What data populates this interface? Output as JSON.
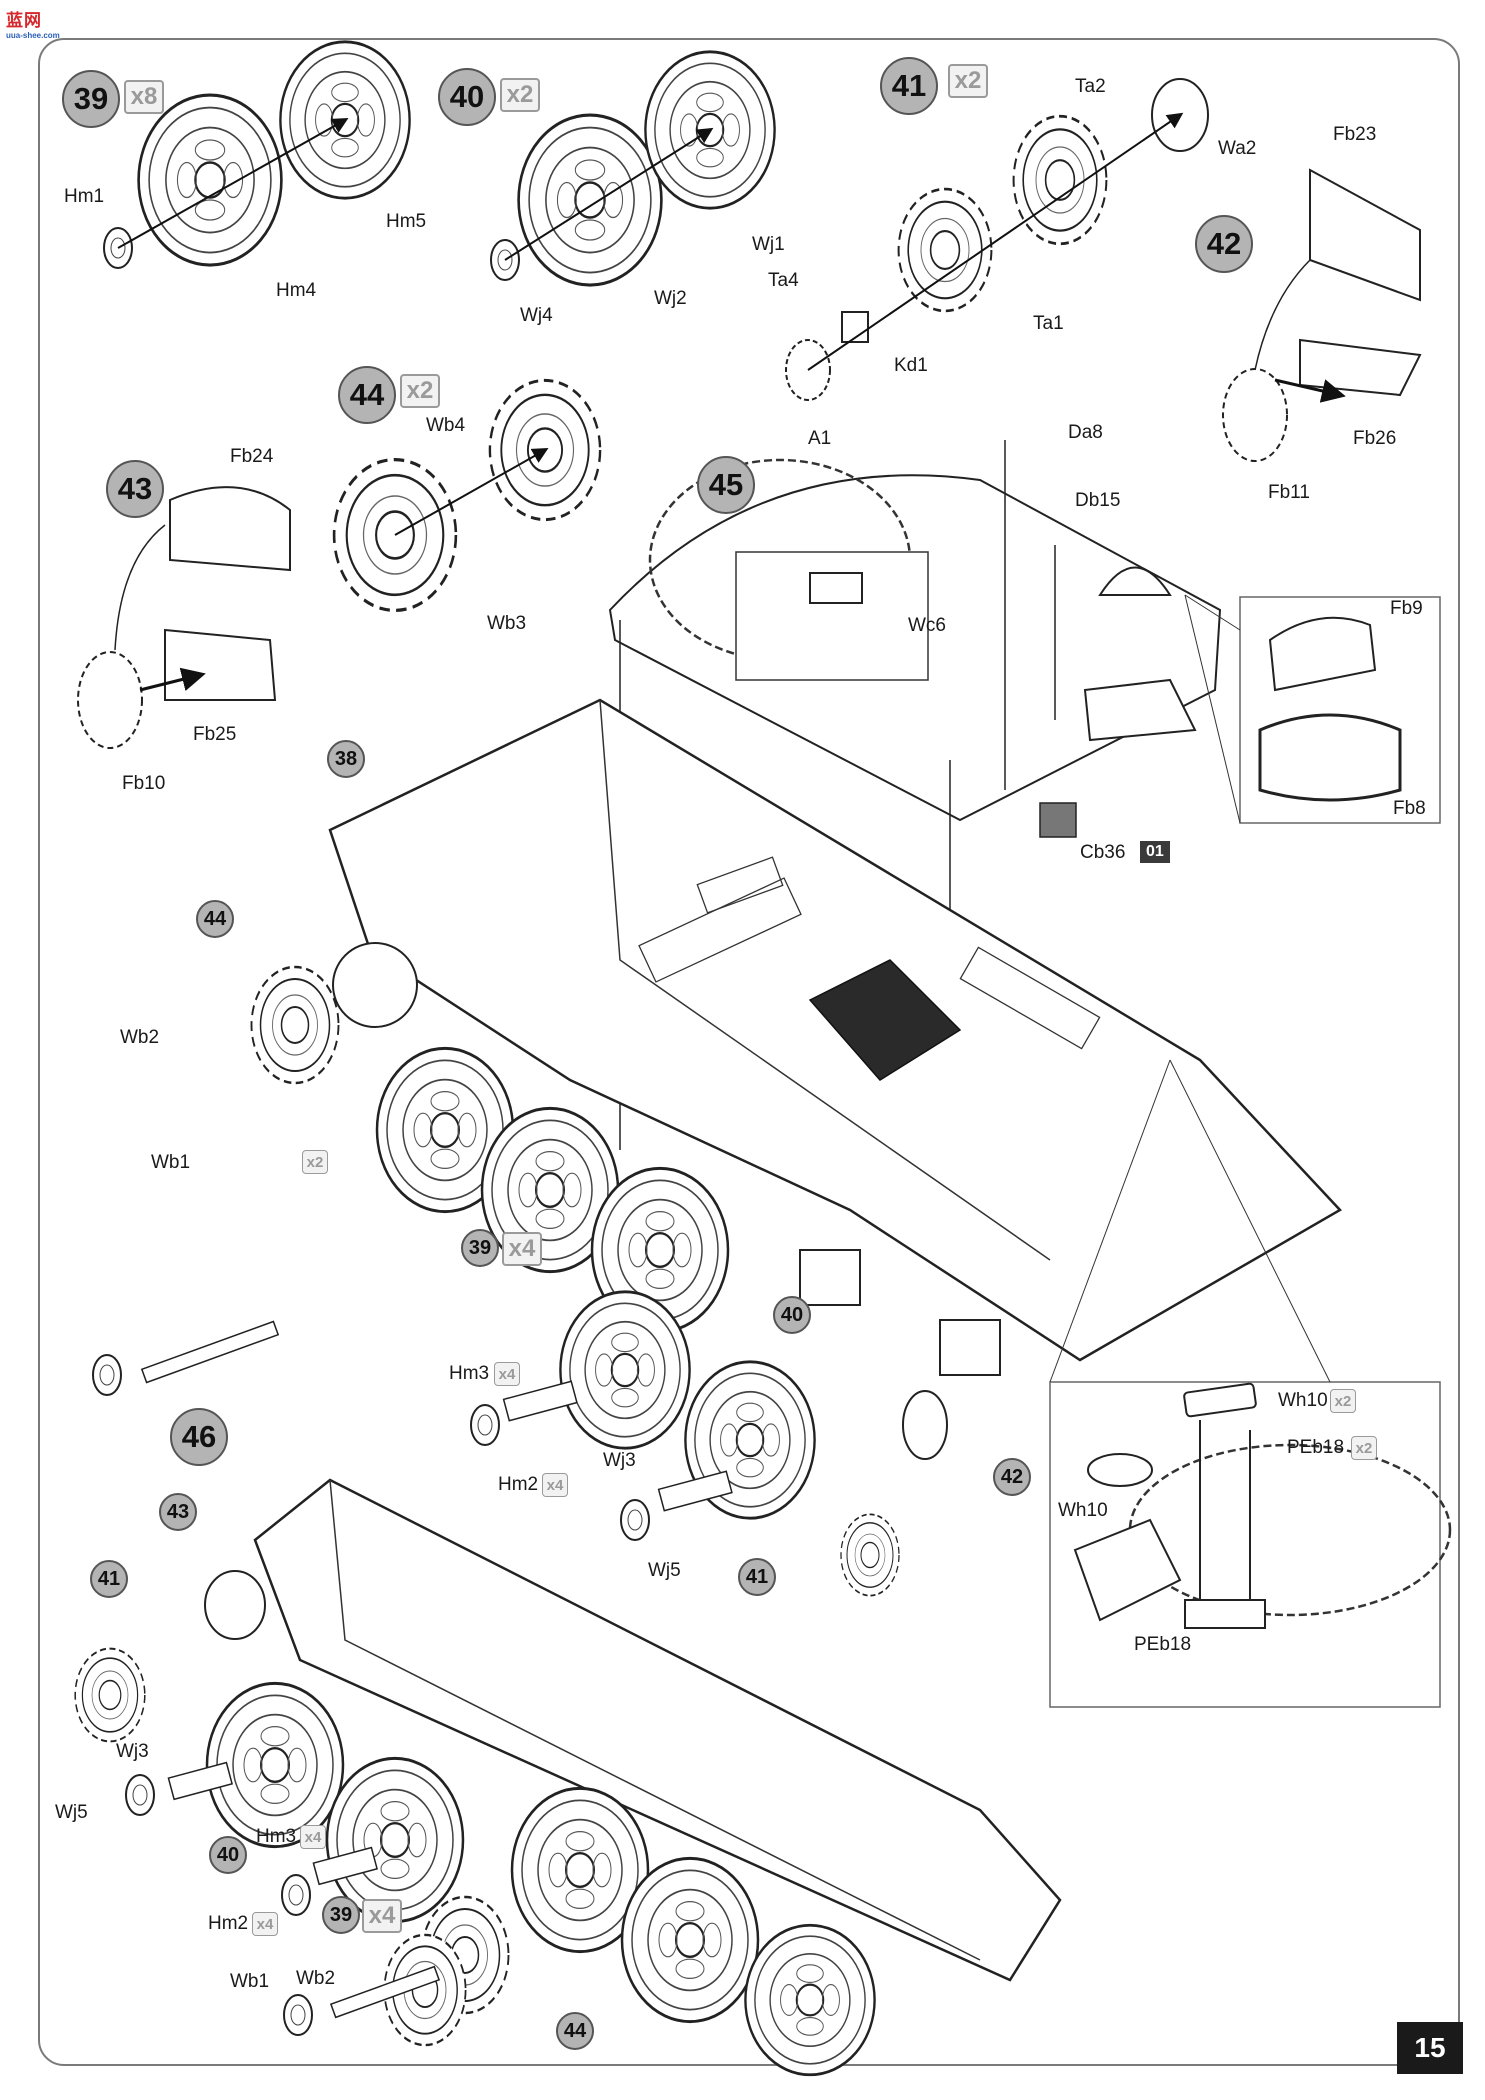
{
  "watermark": {
    "name": "蓝网",
    "sub": "uua-shee.com"
  },
  "page_number": "15",
  "steps": {
    "s39": {
      "num": "39",
      "mult": "x8"
    },
    "s40": {
      "num": "40",
      "mult": "x2"
    },
    "s41": {
      "num": "41",
      "mult": "x2"
    },
    "s42": {
      "num": "42"
    },
    "s43": {
      "num": "43"
    },
    "s44": {
      "num": "44",
      "mult": "x2"
    },
    "s45": {
      "num": "45"
    },
    "s46": {
      "num": "46"
    },
    "s38": {
      "num": "38"
    }
  },
  "refs": {
    "r44a": "44",
    "r39b": "39",
    "r40b": "40",
    "r42b": "42",
    "r41b": "41",
    "r43c": "43",
    "r41c": "41",
    "r40c": "40",
    "r39c": "39",
    "r44c": "44"
  },
  "mults": {
    "m_x2_side": "x2",
    "m39_x4": "x4",
    "m39c_x4": "x4",
    "hm3_x4": "x4",
    "hm2_x4": "x4",
    "hm3c_x4": "x4",
    "hm2c_x4": "x4",
    "wh10_x2": "x2",
    "peb18_x2": "x2"
  },
  "labels": {
    "hm1": "Hm1",
    "hm4": "Hm4",
    "hm5": "Hm5",
    "wj4": "Wj4",
    "wj2": "Wj2",
    "wj1": "Wj1",
    "ta2": "Ta2",
    "wa2": "Wa2",
    "ta4": "Ta4",
    "ta1": "Ta1",
    "kd1": "Kd1",
    "fb23": "Fb23",
    "fb26": "Fb26",
    "fb11": "Fb11",
    "fb24": "Fb24",
    "fb25": "Fb25",
    "fb10": "Fb10",
    "wb4": "Wb4",
    "wb3": "Wb3",
    "a1": "A1",
    "da8": "Da8",
    "db15": "Db15",
    "wc6": "Wc6",
    "cb36": "Cb36",
    "fb9": "Fb9",
    "fb8": "Fb8",
    "wb2a": "Wb2",
    "wb1a": "Wb1",
    "hm3b": "Hm3",
    "hm2b": "Hm2",
    "wj3b": "Wj3",
    "wj5b": "Wj5",
    "wh10a": "Wh10",
    "peb18a": "PEb18",
    "wh10b": "Wh10",
    "peb18b": "PEb18",
    "wj3c": "Wj3",
    "wj5c": "Wj5",
    "hm3c": "Hm3",
    "hm2c": "Hm2",
    "wb1c": "Wb1",
    "wb2c": "Wb2"
  },
  "badge": "01",
  "colors": {
    "step_fill": "#b4b4b4",
    "frame": "#7a7a7a",
    "ink": "#1a1a1a"
  }
}
